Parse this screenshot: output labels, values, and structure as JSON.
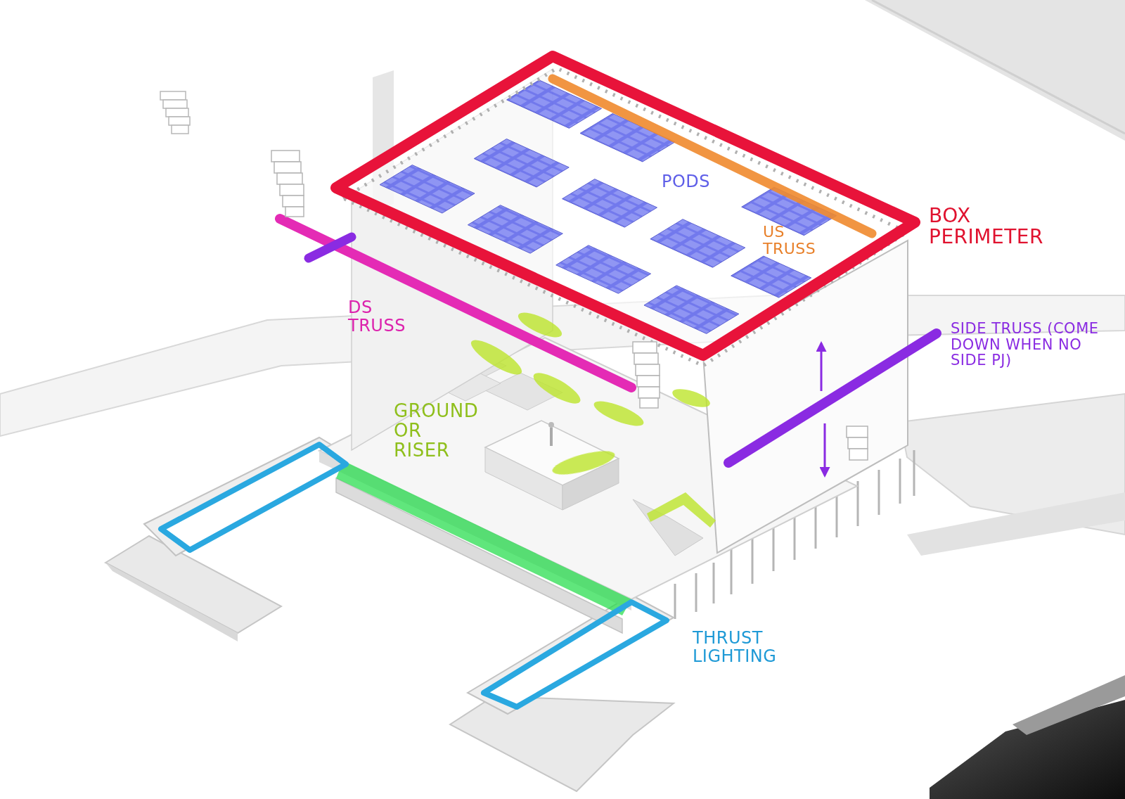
{
  "diagram": {
    "labels": [
      "PODS",
      "US TRUSS",
      "BOX PERIMETER",
      "DS TRUSS",
      "SIDE TRUSS (COME DOWN WHEN NO SIDE PJ)",
      "GROUND OR RISER",
      "THRUST LIGHTING"
    ]
  }
}
